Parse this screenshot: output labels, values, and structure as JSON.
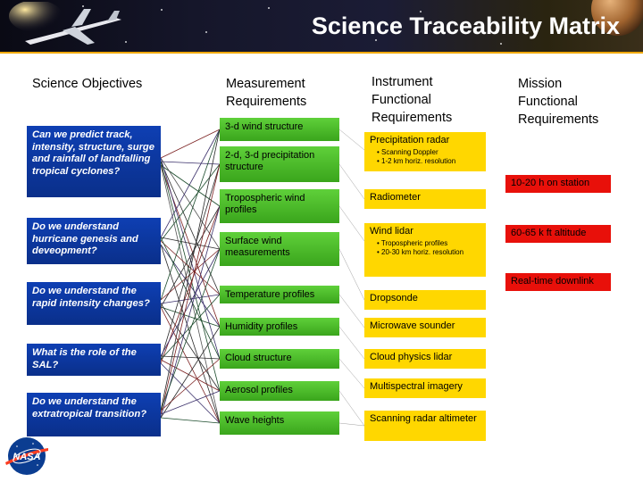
{
  "title": "Science Traceability Matrix",
  "colors": {
    "objective_box": "#0a2f8a",
    "measurement_box": "#3aa51c",
    "instrument_box": "#ffd700",
    "mission_box": "#e8100a",
    "header_rule": "#f0a800"
  },
  "headers": {
    "objectives": "Science Objectives",
    "measurements": "Measurement Requirements",
    "instruments": "Instrument Functional Requirements",
    "mission": "Mission Functional Requirements"
  },
  "objectives": [
    "Can we predict track, intensity, structure, surge and rainfall of landfalling tropical cyclones?",
    "Do we understand hurricane genesis and deveopment?",
    "Do we understand the rapid intensity changes?",
    "What is the role of the SAL?",
    "Do we understand the extratropical transition?"
  ],
  "measurements": [
    "3-d wind structure",
    "2-d, 3-d precipitation structure",
    "Tropospheric wind profiles",
    "Surface wind measurements",
    "Temperature profiles",
    "Humidity profiles",
    "Cloud structure",
    "Aerosol profiles",
    "Wave heights"
  ],
  "instruments": [
    {
      "name": "Precipitation radar",
      "details": [
        "• Scanning Doppler",
        "• 1-2 km horiz. resolution"
      ]
    },
    {
      "name": "Radiometer",
      "details": []
    },
    {
      "name": "Wind lidar",
      "details": [
        "• Tropospheric profiles",
        "• 20-30 km horiz. resolution"
      ]
    },
    {
      "name": "Dropsonde",
      "details": []
    },
    {
      "name": "Microwave sounder",
      "details": []
    },
    {
      "name": "Cloud physics lidar",
      "details": []
    },
    {
      "name": "Multispectral imagery",
      "details": []
    },
    {
      "name": "Scanning radar altimeter",
      "details": []
    }
  ],
  "mission": [
    "10-20 h on station",
    "60-65 k ft altitude",
    "Real-time downlink"
  ],
  "logo": {
    "text": "NASA",
    "icon": "nasa-meatball-logo"
  },
  "banner": {
    "icons": [
      "aircraft-icon",
      "planet-icon"
    ]
  }
}
